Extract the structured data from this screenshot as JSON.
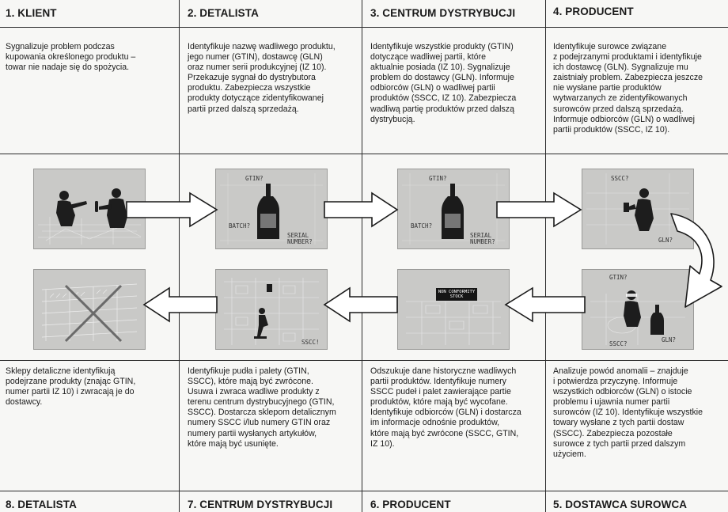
{
  "steps_top": [
    {
      "title": "1. KLIENT",
      "lines": [
        "Sygnalizuje problem podczas",
        "kupowania określonego produktu –",
        "towar nie nadaje się do spożycia."
      ]
    },
    {
      "title": "2. DETALISTA",
      "lines": [
        "Identyfikuje nazwę wadliwego produktu,",
        "jego numer (GTIN), dostawcę (GLN)",
        "oraz numer serii produkcyjnej (IZ 10).",
        "Przekazuje sygnał do dystrybutora",
        "produktu. Zabezpiecza wszystkie",
        "produkty dotyczące zidentyfikowanej",
        "partii przed dalszą sprzedażą."
      ]
    },
    {
      "title": "3. CENTRUM DYSTRYBUCJI",
      "lines": [
        "Identyfikuje wszystkie produkty (GTIN)",
        "dotyczące wadliwej partii, które",
        "aktualnie posiada (IZ 10). Sygnalizuje",
        "problem do dostawcy (GLN). Informuje",
        "odbiorców (GLN) o wadliwej partii",
        "produktów (SSCC, IZ 10). Zabezpiecza",
        "wadliwą partię produktów przed dalszą",
        "dystrybucją."
      ]
    },
    {
      "title": "4. PRODUCENT",
      "lines": [
        "Identyfikuje surowce związane",
        "z podejrzanymi produktami i identyfikuje",
        "ich dostawcę (GLN). Sygnalizuje mu",
        "zaistniały problem. Zabezpiecza jeszcze",
        "nie wysłane partie produktów",
        "wytwarzanych ze zidentyfikowanych",
        "surowców przed dalszą sprzedażą.",
        "Informuje odbiorców (GLN) o wadliwej",
        "partii produktów (SSCC, IZ 10)."
      ]
    }
  ],
  "steps_bottom": [
    {
      "title": "8. DETALISTA",
      "lines": [
        "Sklepy detaliczne identyfikują",
        "podejrzane produkty (znając GTIN,",
        "numer partii IZ 10) i zwracają je do",
        "dostawcy."
      ]
    },
    {
      "title": "7. CENTRUM DYSTRYBUCJI",
      "lines": [
        "Identyfikuje pudła i palety (GTIN,",
        "SSCC), które mają być zwrócone.",
        "Usuwa i zwraca wadliwe produkty z",
        "terenu centrum dystrybucyjnego (GTIN,",
        "SSCC). Dostarcza sklepom detalicznym",
        "numery SSCC i/lub numery GTIN oraz",
        "numery partii wysłanych artykułów,",
        "które mają być usunięte."
      ]
    },
    {
      "title": "6. PRODUCENT",
      "lines": [
        "Odszukuje dane historyczne wadliwych",
        "partii produktów. Identyfikuje numery",
        "SSCC pudeł i palet zawierające partie",
        "produktów, które mają być wycofane.",
        "Identyfikuje odbiorców (GLN) i dostarcza",
        "im informacje odnośnie produktów,",
        "które mają być zwrócone (SSCC, GTIN,",
        "IZ 10)."
      ]
    },
    {
      "title": "5. DOSTAWCA SUROWCA",
      "lines": [
        "Analizuje powód anomalii – znajduje",
        "i potwierdza przyczynę. Informuje",
        "wszystkich odbiorców (GLN) o istocie",
        "problemu i ujawnia numer partii",
        "surowców (IZ 10). Identyfikuje wszystkie",
        "towary wysłane z tych partii dostaw",
        "(SSCC). Zabezpiecza pozostałe",
        "surowce z tych partii przed dalszym",
        "użyciem."
      ]
    }
  ],
  "image_labels": {
    "gtin_q": "GTIN?",
    "batch_q": "BATCH?",
    "serial_line1": "SERIAL",
    "serial_line2": "NUMBER?",
    "sscc_q": "SSCC?",
    "gln_q": "GLN?",
    "sscc_bang": "SSCC!",
    "nonconformity_line1": "NON CONFORMITY",
    "nonconformity_line2": "STOCK"
  }
}
